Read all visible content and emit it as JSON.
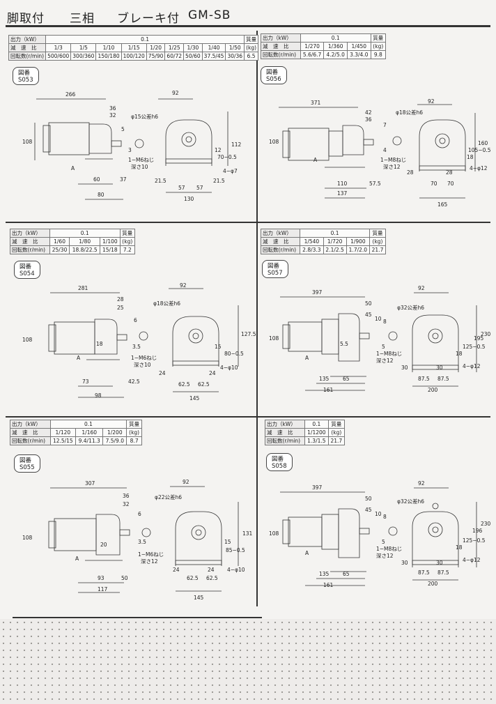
{
  "title": {
    "text1": "脚取付",
    "text2": "三相",
    "text3": "ブレーキ付",
    "model": "GM-SB"
  },
  "labels": {
    "output": "出力（kW）",
    "ratio": "減　速　比",
    "speed": "回転数(r/min)",
    "mass": "質量",
    "kg": "(kg)"
  },
  "panels": [
    {
      "id": "S053",
      "fig": "図番S053",
      "output": "0.1",
      "ratios": [
        "1/3",
        "1/5",
        "1/10",
        "1/15",
        "1/20",
        "1/25",
        "1/30",
        "1/40",
        "1/50"
      ],
      "speeds": [
        "500/600",
        "300/360",
        "150/180",
        "100/120",
        "75/90",
        "60/72",
        "50/60",
        "37.5/45",
        "30/36"
      ],
      "mass": "6.5",
      "dims": {
        "total": "266",
        "height": "108",
        "d1": "36",
        "d2": "32",
        "shaft": "φ15公差h6",
        "key5": "5",
        "key3": "3",
        "tap": "1−M6ねじ",
        "depth": "深さ10",
        "w92": "92",
        "h12": "12",
        "h70": "70−0.5",
        "h112": "112",
        "b60": "60",
        "b37": "37",
        "b80": "80",
        "f21": "21.5",
        "f57a": "57",
        "f57b": "57",
        "f21b": "21.5",
        "base": "130",
        "holes": "4−φ7",
        "a": "A"
      }
    },
    {
      "id": "S056",
      "fig": "図番S056",
      "output": "0.1",
      "ratios": [
        "1/270",
        "1/360",
        "1/450"
      ],
      "speeds": [
        "5.6/6.7",
        "4.2/5.0",
        "3.3/4.0"
      ],
      "mass": "9.8",
      "dims": {
        "total": "371",
        "height": "108",
        "d1": "42",
        "d2": "36",
        "shaft": "φ18公差h6",
        "key7": "7",
        "key4": "4",
        "tap": "1−M8ねじ",
        "depth": "深さ12",
        "w92": "92",
        "h18": "18",
        "h105": "105−0.5",
        "h160": "160",
        "b110": "110",
        "b57": "57.5",
        "b137": "137",
        "f28a": "28",
        "f28b": "28",
        "f70a": "70",
        "f70b": "70",
        "base": "165",
        "holes": "4−φ12",
        "a": "A"
      }
    },
    {
      "id": "S054",
      "fig": "図番S054",
      "output": "0.1",
      "ratios": [
        "1/60",
        "1/80",
        "1/100"
      ],
      "speeds": [
        "25/30",
        "18.8/22.5",
        "15/18"
      ],
      "mass": "7.2",
      "dims": {
        "total": "281",
        "height": "108",
        "d1": "28",
        "d2": "25",
        "shaft": "φ18公差h6",
        "key6": "6",
        "key3": "3.5",
        "tap": "1−M6ねじ",
        "depth": "深さ10",
        "w92": "92",
        "h15": "15",
        "h80": "80−0.5",
        "h127": "127.5",
        "b18": "18",
        "b73": "73",
        "b42": "42.5",
        "b98": "98",
        "f24a": "24",
        "f62a": "62.5",
        "f62b": "62.5",
        "f24b": "24",
        "base": "145",
        "holes": "4−φ10",
        "a": "A"
      }
    },
    {
      "id": "S057",
      "fig": "図番S057",
      "output": "0.1",
      "ratios": [
        "1/540",
        "1/720",
        "1/900"
      ],
      "speeds": [
        "2.8/3.3",
        "2.1/2.5",
        "1.7/2.0"
      ],
      "mass": "21.7",
      "dims": {
        "total": "397",
        "height": "108",
        "d1": "50",
        "d2": "45",
        "shaft": "φ32公差h6",
        "key10": "10",
        "key8": "8",
        "key5": "5",
        "h55": "5.5",
        "tap": "1−M8ねじ",
        "depth": "深さ12",
        "w92": "92",
        "h18": "18",
        "h125": "125−0.5",
        "h195": "195",
        "h230": "230",
        "b135": "135",
        "b65": "65",
        "b161": "161",
        "f30a": "30",
        "f87a": "87.5",
        "f87b": "87.5",
        "f30b": "30",
        "base": "200",
        "holes": "4−φ12",
        "a": "A"
      }
    },
    {
      "id": "S055",
      "fig": "図番S055",
      "output": "0.1",
      "ratios": [
        "1/120",
        "1/160",
        "1/200"
      ],
      "speeds": [
        "12.5/15",
        "9.4/11.3",
        "7.5/9.0"
      ],
      "mass": "8.7",
      "dims": {
        "total": "307",
        "height": "108",
        "d1": "36",
        "d2": "32",
        "shaft": "φ22公差h6",
        "key6": "6",
        "key3": "3.5",
        "tap": "1−M6ねじ",
        "depth": "深さ12",
        "w92": "92",
        "h15": "15",
        "h85": "85−0.5",
        "h131": "131",
        "b20": "20",
        "b93": "93",
        "b50": "50",
        "b117": "117",
        "f24a": "24",
        "f62a": "62.5",
        "f62b": "62.5",
        "f24b": "24",
        "base": "145",
        "holes": "4−φ10",
        "a": "A"
      }
    },
    {
      "id": "S058",
      "fig": "図番S058",
      "output": "0.1",
      "ratios": [
        "1/1200"
      ],
      "speeds": [
        "1.3/1.5"
      ],
      "mass": "21.7",
      "dims": {
        "total": "397",
        "height": "108",
        "d1": "50",
        "d2": "45",
        "shaft": "φ32公差h6",
        "key10": "10",
        "key8": "8",
        "key5": "5",
        "tap": "1−M8ねじ",
        "depth": "深さ12",
        "w92": "92",
        "h18": "18",
        "h125": "125−0.5",
        "h196": "196",
        "h230": "230",
        "b135": "135",
        "b65": "65",
        "b161": "161",
        "f30a": "30",
        "f87a": "87.5",
        "f87b": "87.5",
        "f30b": "30",
        "base": "200",
        "holes": "4−φ12",
        "a": "A"
      }
    }
  ]
}
